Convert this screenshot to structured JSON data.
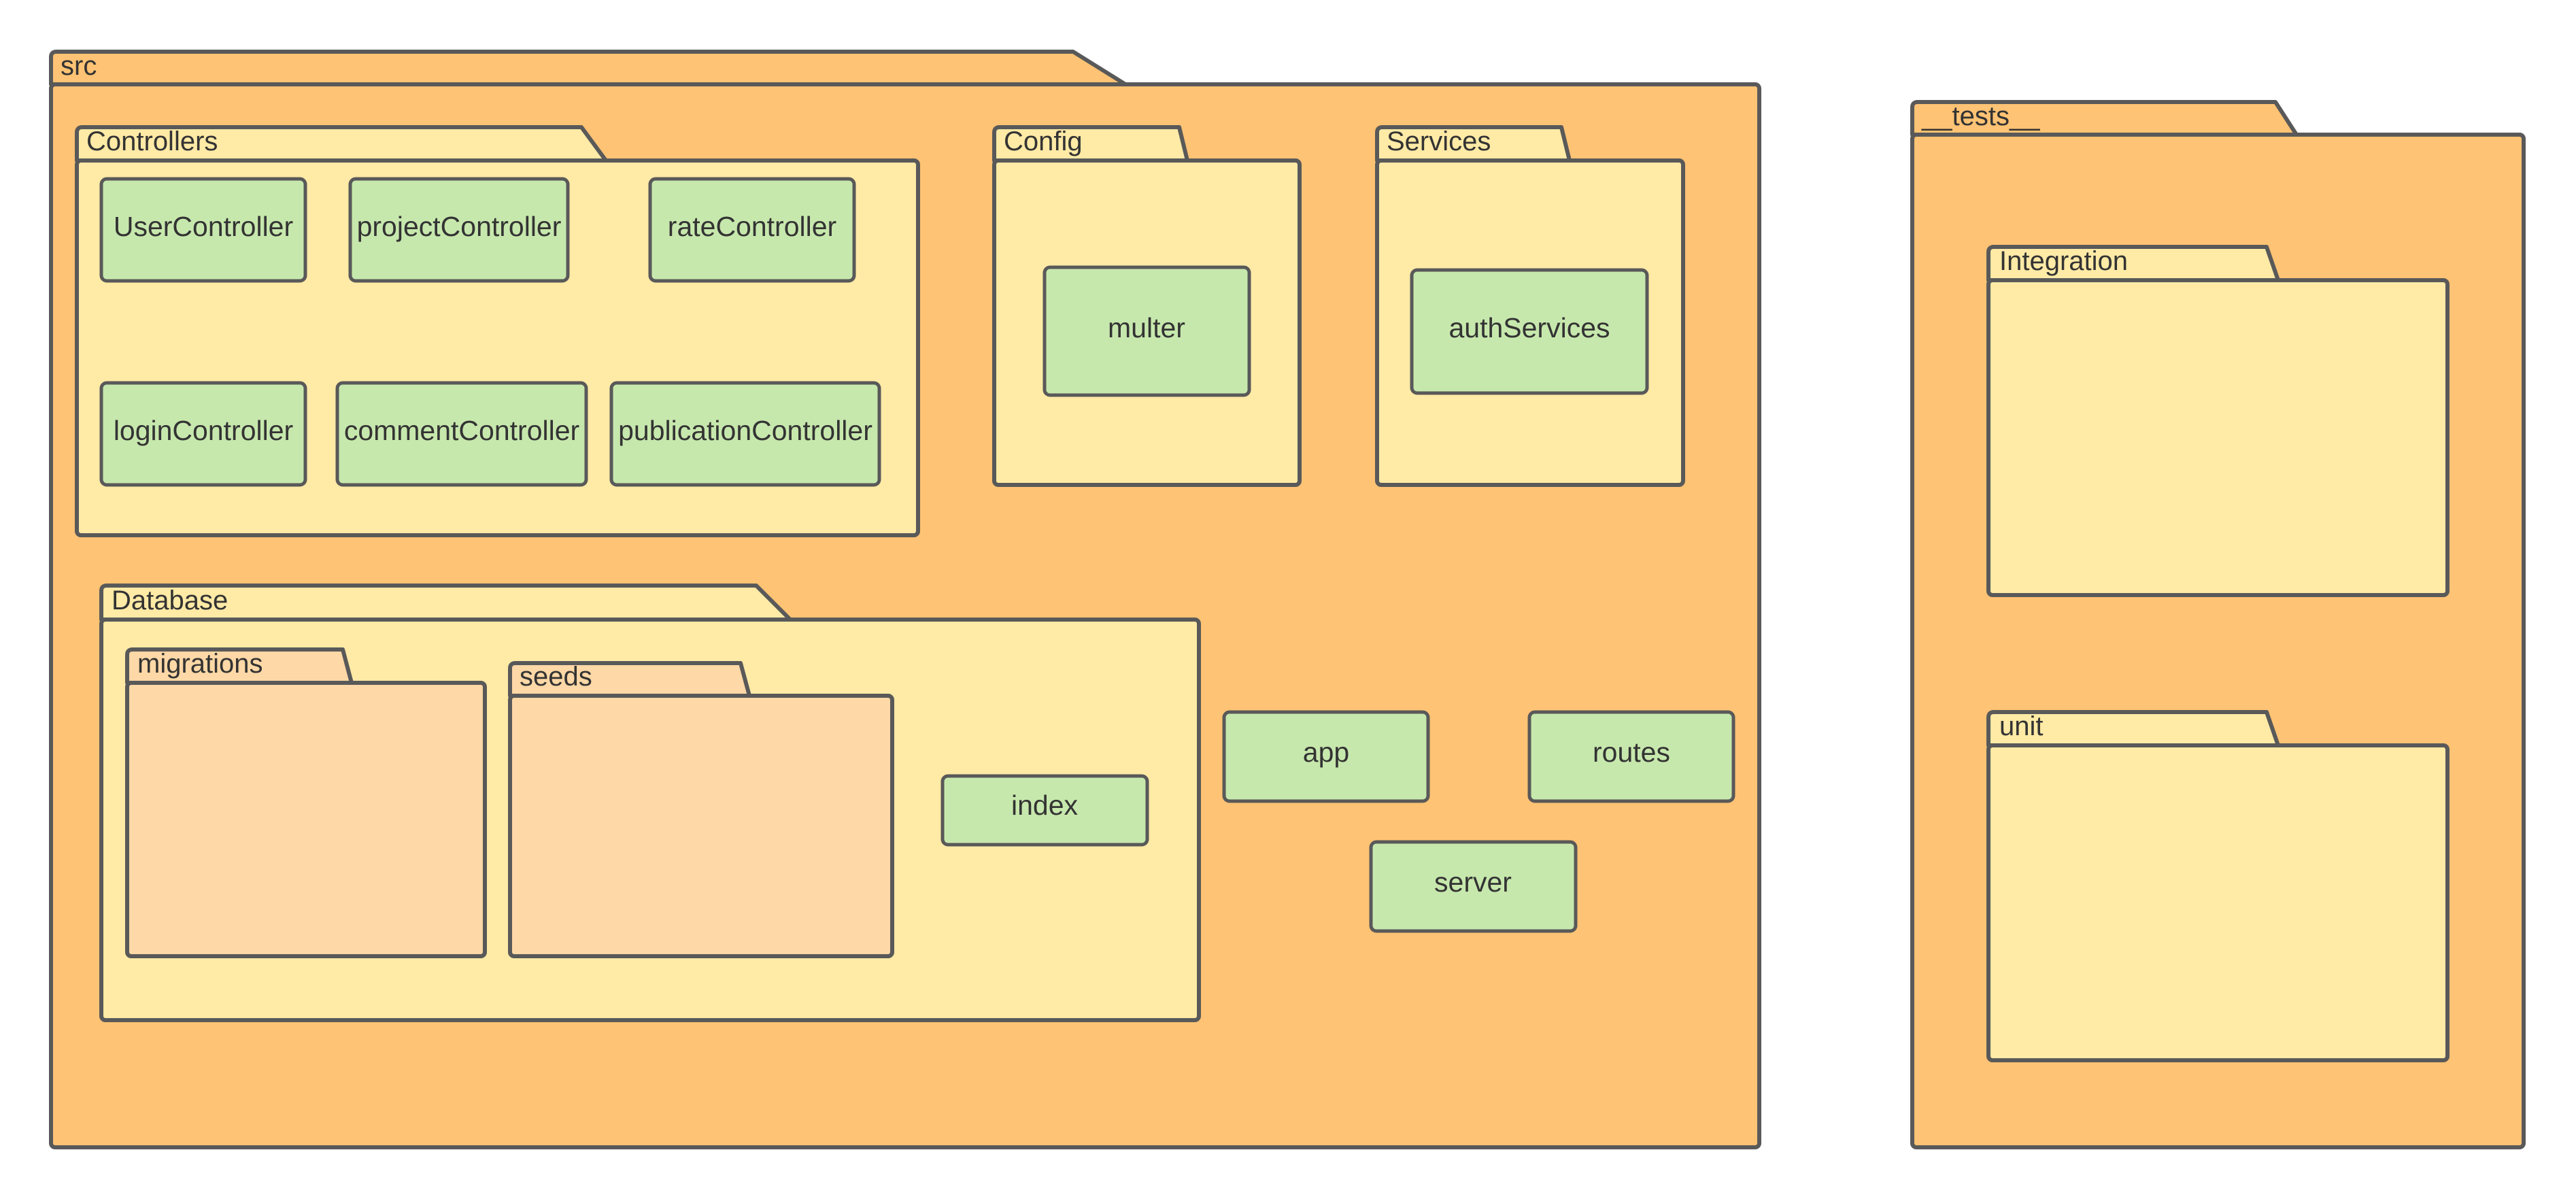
{
  "colors": {
    "outline": "#595959",
    "outer_package": "#fec374",
    "inner_package": "#ffeaa6",
    "sub_package": "#fed8a6",
    "component": "#c7e8ad",
    "text": "#333333"
  },
  "packages": {
    "src": {
      "name": "src",
      "controllers": {
        "name": "Controllers",
        "items": [
          "UserController",
          "projectController",
          "rateController",
          "loginController",
          "commentController",
          "publicationController"
        ]
      },
      "config": {
        "name": "Config",
        "items": [
          "multer"
        ]
      },
      "services": {
        "name": "Services",
        "items": [
          "authServices"
        ]
      },
      "database": {
        "name": "Database",
        "migrations": {
          "name": "migrations"
        },
        "seeds": {
          "name": "seeds"
        },
        "items": [
          "index"
        ]
      },
      "files": [
        "app",
        "routes",
        "server"
      ]
    },
    "tests": {
      "name": "__tests__",
      "integration": {
        "name": "Integration"
      },
      "unit": {
        "name": "unit"
      }
    }
  }
}
